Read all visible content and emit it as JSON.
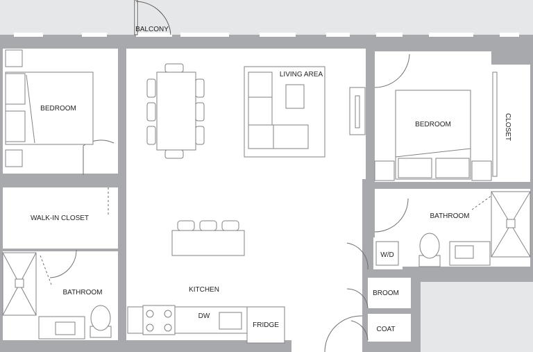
{
  "colors": {
    "background": "#e6e7e8",
    "wall": "#a7a9ac",
    "floor": "#ffffff",
    "outline": "#808285",
    "window": "#a7a9ac"
  },
  "rooms": {
    "balcony": "BALCONY",
    "bedroom_left": "BEDROOM",
    "living_area": "LIVING AREA",
    "bedroom_right": "BEDROOM",
    "closet": "CLOSET",
    "walk_in_closet": "WALK-IN CLOSET",
    "bathroom_right": "BATHROOM",
    "bathroom_left": "BATHROOM",
    "kitchen": "KITCHEN",
    "washer_dryer": "W/D",
    "broom": "BROOM",
    "dishwasher": "DW",
    "fridge": "FRIDGE",
    "coat": "COAT"
  }
}
